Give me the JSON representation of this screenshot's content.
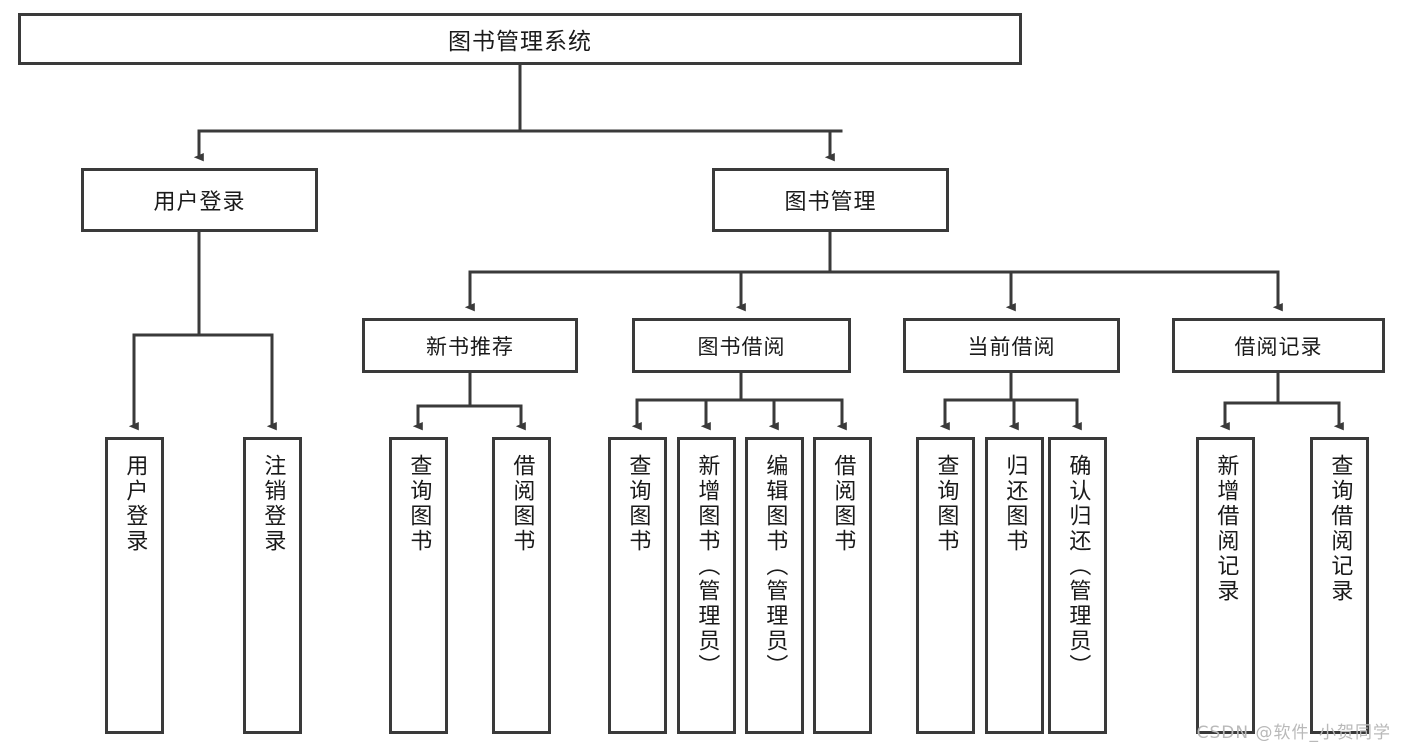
{
  "diagram": {
    "title": "图书管理系统",
    "type": "tree-structure-chart",
    "root": {
      "label": "图书管理系统"
    },
    "level2": [
      {
        "label": "用户登录"
      },
      {
        "label": "图书管理"
      }
    ],
    "level3": [
      {
        "label": "新书推荐"
      },
      {
        "label": "图书借阅"
      },
      {
        "label": "当前借阅"
      },
      {
        "label": "借阅记录"
      }
    ],
    "leaves": {
      "user_login": [
        {
          "label": "用户登录"
        },
        {
          "label": "注销登录"
        }
      ],
      "new_book_recommend": [
        {
          "label": "查询图书"
        },
        {
          "label": "借阅图书"
        }
      ],
      "book_borrow": [
        {
          "label": "查询图书"
        },
        {
          "label": "新增图书（管理员）"
        },
        {
          "label": "编辑图书（管理员）"
        },
        {
          "label": "借阅图书"
        }
      ],
      "current_borrow": [
        {
          "label": "查询图书"
        },
        {
          "label": "归还图书"
        },
        {
          "label": "确认归还（管理员）"
        }
      ],
      "borrow_record": [
        {
          "label": "新增借阅记录"
        },
        {
          "label": "查询借阅记录"
        }
      ]
    }
  },
  "watermark": {
    "text": "CSDN @软件_小贺同学"
  },
  "colors": {
    "stroke": "#3a3a3a",
    "background": "#ffffff",
    "text": "#1a1a1a",
    "watermark": "#b9b9b9"
  }
}
